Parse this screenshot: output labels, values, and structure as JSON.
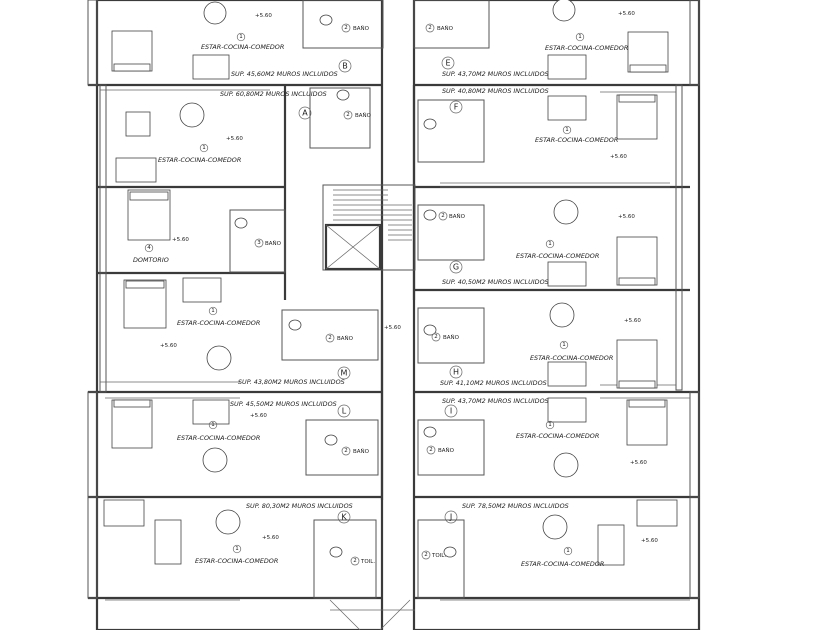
{
  "labels": {
    "estar": "ESTAR-COCINA-COMEDOR",
    "bano": "BAÑO",
    "toil": "TOIL.",
    "domitorio": "DOMTORIO",
    "level": "+5.60"
  },
  "surfaces": {
    "A": "SUP. 60,80M2 MUROS INCLUIDOS",
    "B": "SUP. 45,60M2 MUROS INCLUIDOS",
    "E": "SUP. 43,70M2 MUROS INCLUIDOS",
    "F": "SUP. 40,80M2 MUROS INCLUIDOS",
    "G": "SUP. 40,50M2 MUROS INCLUIDOS",
    "M": "SUP. 43,80M2 MUROS INCLUIDOS",
    "H": "SUP. 41,10M2 MUROS INCLUIDOS",
    "L": "SUP. 45,50M2 MUROS INCLUIDOS",
    "I": "SUP. 43,70M2 MUROS INCLUIDOS",
    "K": "SUP. 80,30M2 MUROS INCLUIDOS",
    "J": "SUP. 78,50M2 MUROS INCLUIDOS"
  },
  "room_numbers": {
    "one": "1",
    "two": "2",
    "three": "3",
    "four": "4"
  },
  "unit_tags": [
    "A",
    "B",
    "E",
    "F",
    "G",
    "H",
    "I",
    "J",
    "K",
    "L",
    "M"
  ]
}
